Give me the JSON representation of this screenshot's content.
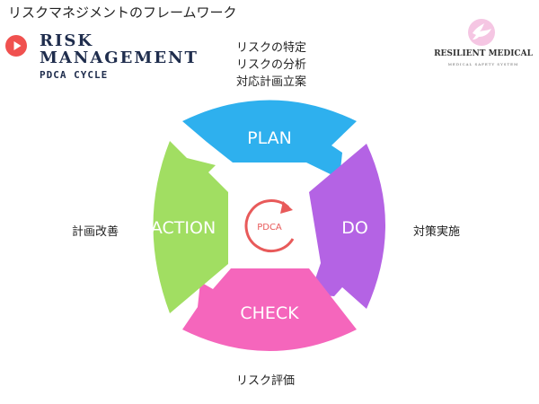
{
  "page_heading": "リスクマネジメントのフレームワーク",
  "brand": {
    "title_line1": "RISK",
    "title_line2": "MANAGEMENT",
    "subtitle": "PDCA CYCLE",
    "icon": "play-icon",
    "icon_color": "#f0514f"
  },
  "logo": {
    "name": "RESILIENT MEDICAL",
    "tagline": "MEDICAL SAFETY SYSTEM",
    "icon": "dove-icon",
    "icon_color": "#f5c6e3"
  },
  "cycle": {
    "center_label": "PDCA",
    "center_icon": "cycle-arrow-icon",
    "center_color": "#e85a5a",
    "segments": [
      {
        "id": "plan",
        "label": "PLAN",
        "color": "#2eb0ee"
      },
      {
        "id": "do",
        "label": "DO",
        "color": "#b463e4"
      },
      {
        "id": "check",
        "label": "CHECK",
        "color": "#f566bc"
      },
      {
        "id": "action",
        "label": "ACTION",
        "color": "#a1de62"
      }
    ]
  },
  "annotations": {
    "plan": [
      "リスクの特定",
      "リスクの分析",
      "対応計画立案"
    ],
    "do": "対策実施",
    "check": "リスク評価",
    "action": "計画改善"
  }
}
